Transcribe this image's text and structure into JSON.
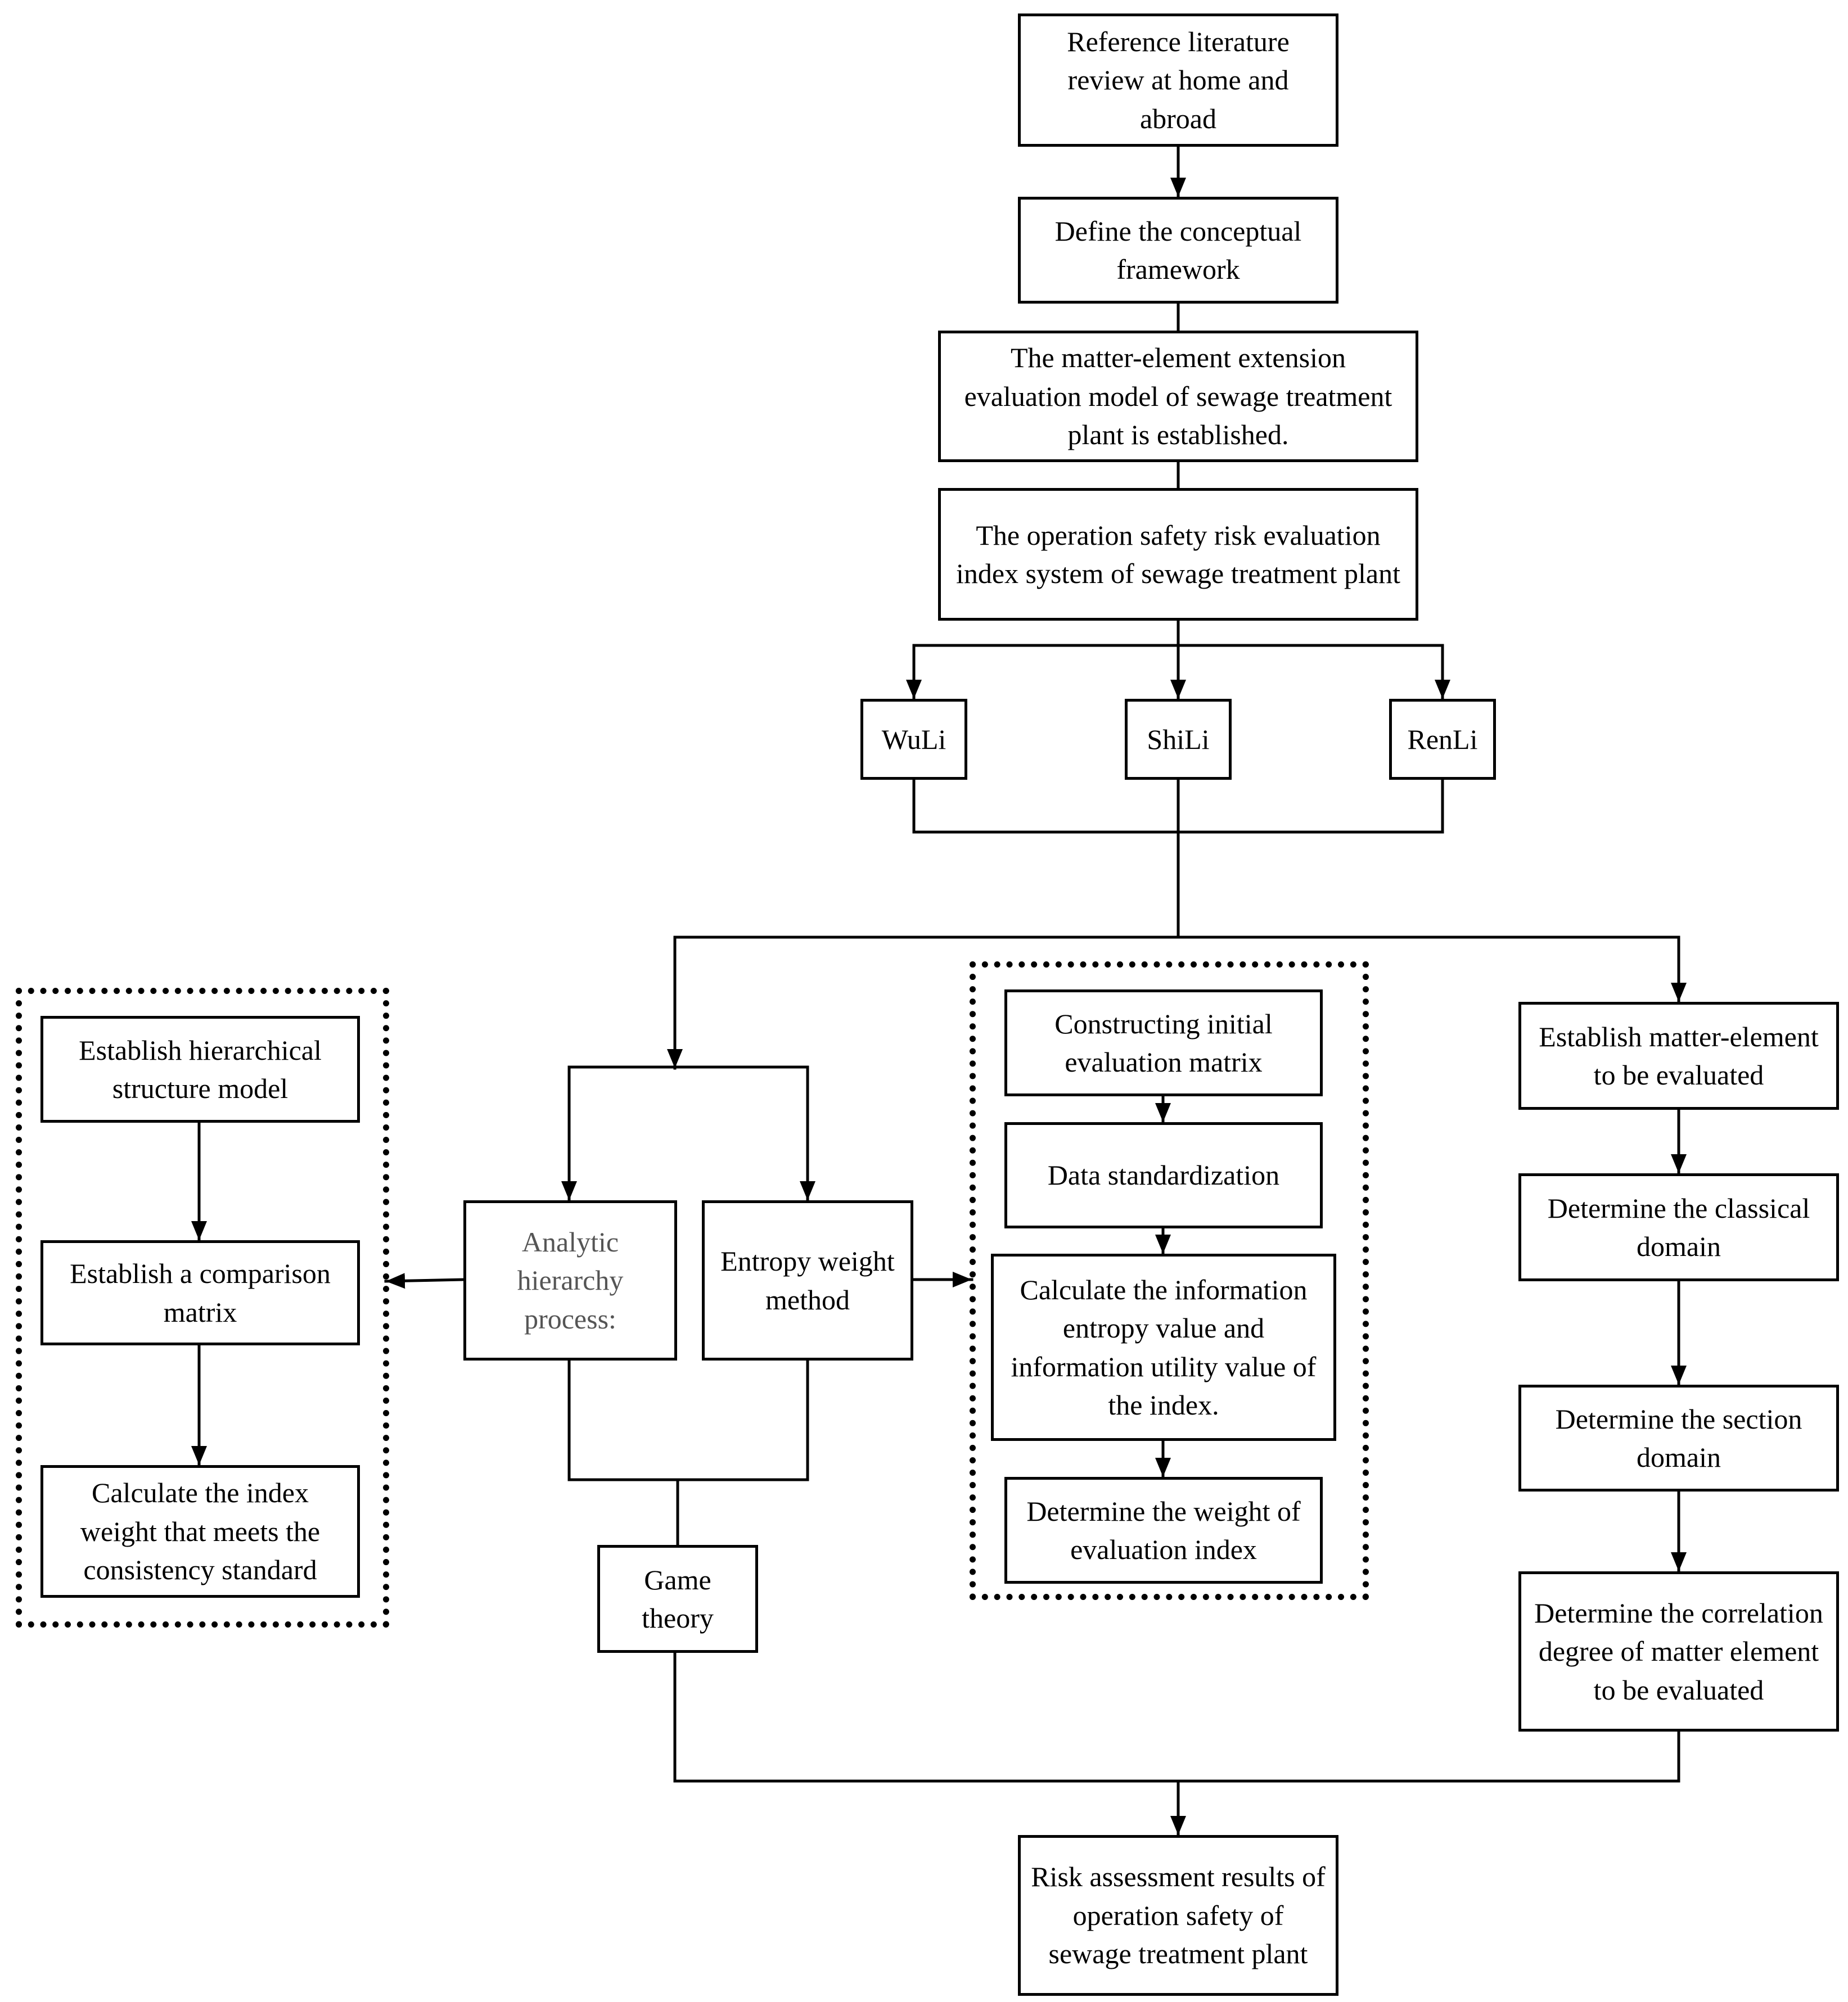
{
  "boxes": {
    "literature": "Reference literature review at home and abroad",
    "framework": "Define the conceptual framework",
    "model": "The matter-element extension evaluation model of sewage treatment plant is established.",
    "index_system": "The operation safety risk evaluation index system of sewage treatment plant",
    "wuli": "WuLi",
    "shili": "ShiLi",
    "renli": "RenLi",
    "ahp": "Analytic hierarchy process:",
    "entropy": "Entropy weight method",
    "game": "Game theory",
    "ahp_step1": "Establish hierarchical structure model",
    "ahp_step2": "Establish a comparison matrix",
    "ahp_step3": "Calculate the index weight that meets the consistency standard",
    "ent_step1": "Constructing initial evaluation matrix",
    "ent_step2": "Data standardization",
    "ent_step3": "Calculate the information entropy value and information utility value of the index.",
    "ent_step4": "Determine the weight of evaluation index",
    "me_step1": "Establish matter-element to be evaluated",
    "me_step2": "Determine the classical domain",
    "me_step3": "Determine the section domain",
    "me_step4": "Determine the correlation degree of matter element to be evaluated",
    "result": "Risk assessment results of operation safety of sewage treatment plant"
  }
}
